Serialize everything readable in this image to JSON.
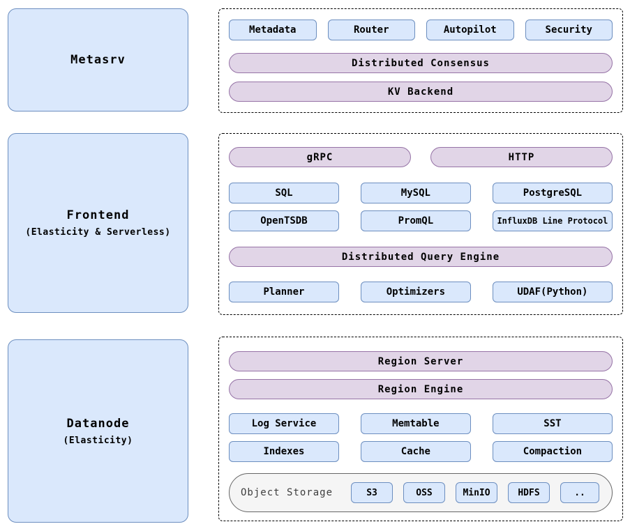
{
  "colors": {
    "blue_fill": "#dae8fc",
    "blue_border": "#6c8ebf",
    "purple_fill": "#e1d5e7",
    "purple_border": "#9673a6",
    "gray_fill": "#f5f5f5",
    "gray_border": "#666666"
  },
  "left_panels": {
    "metasrv": {
      "title": "Metasrv",
      "subtitle": ""
    },
    "frontend": {
      "title": "Frontend",
      "subtitle": "(Elasticity & Serverless)"
    },
    "datanode": {
      "title": "Datanode",
      "subtitle": "(Elasticity)"
    }
  },
  "metasrv": {
    "modules": [
      "Metadata",
      "Router",
      "Autopilot",
      "Security"
    ],
    "pills": [
      "Distributed Consensus",
      "KV Backend"
    ]
  },
  "frontend": {
    "protocol_pills": [
      "gRPC",
      "HTTP"
    ],
    "protocols_row1": [
      "SQL",
      "MySQL",
      "PostgreSQL"
    ],
    "protocols_row2": [
      "OpenTSDB",
      "PromQL",
      "InfluxDB Line Protocol"
    ],
    "engine_pill": "Distributed Query Engine",
    "engine_modules": [
      "Planner",
      "Optimizers",
      "UDAF(Python)"
    ]
  },
  "datanode": {
    "pills": [
      "Region Server",
      "Region Engine"
    ],
    "modules_row1": [
      "Log Service",
      "Memtable",
      "SST"
    ],
    "modules_row2": [
      "Indexes",
      "Cache",
      "Compaction"
    ],
    "object_storage": {
      "label": "Object Storage",
      "backends": [
        "S3",
        "OSS",
        "MinIO",
        "HDFS",
        ".."
      ]
    }
  }
}
